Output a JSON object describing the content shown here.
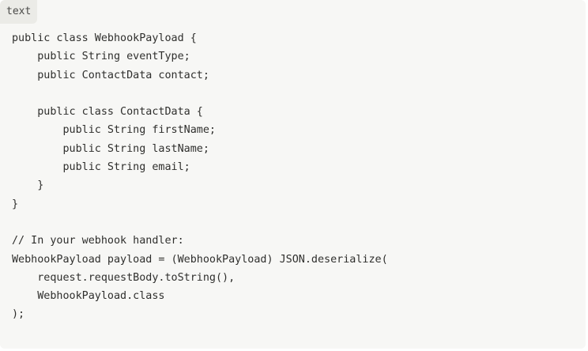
{
  "code_block": {
    "language_label": "text",
    "lines": [
      "public class WebhookPayload {",
      "    public String eventType;",
      "    public ContactData contact;",
      "",
      "    public class ContactData {",
      "        public String firstName;",
      "        public String lastName;",
      "        public String email;",
      "    }",
      "}",
      "",
      "// In your webhook handler:",
      "WebhookPayload payload = (WebhookPayload) JSON.deserialize(",
      "    request.requestBody.toString(),",
      "    WebhookPayload.class",
      ");"
    ]
  },
  "colors": {
    "background": "#f7f7f5",
    "tag_background": "#ebebe7",
    "text": "#2f2f2d"
  }
}
